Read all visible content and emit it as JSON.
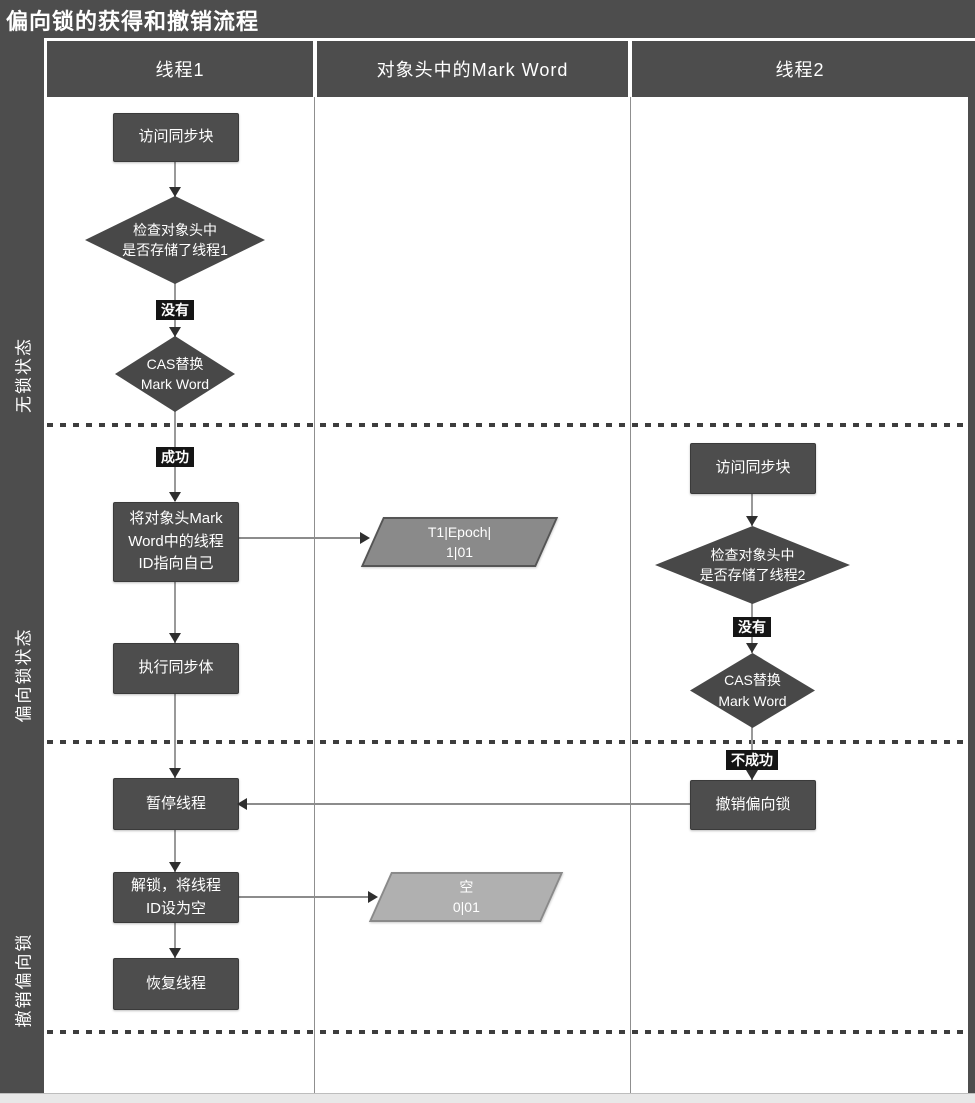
{
  "title": "偏向锁的获得和撤销流程",
  "columns": [
    {
      "label": "线程1"
    },
    {
      "label": "对象头中的Mark Word"
    },
    {
      "label": "线程2"
    }
  ],
  "lanes": [
    {
      "label": "无锁状态"
    },
    {
      "label": "偏向锁状态"
    },
    {
      "label": "撤销偏向锁"
    }
  ],
  "thread1": {
    "access_sync_block": "访问同步块",
    "check_header": "检查对象头中\n是否存储了线程1",
    "no_label": "没有",
    "cas_replace": "CAS替换\nMark Word",
    "success_label": "成功",
    "set_thread_id": "将对象头Mark\nWord中的线程\nID指向自己",
    "execute_sync_body": "执行同步体",
    "pause_thread": "暂停线程",
    "unlock_clear_id": "解锁，将线程\nID设为空",
    "resume_thread": "恢复线程"
  },
  "mark_word": {
    "biased_state": "T1|Epoch|\n1|01",
    "empty_state": "空\n0|01"
  },
  "thread2": {
    "access_sync_block": "访问同步块",
    "check_header": "检查对象头中\n是否存储了线程2",
    "no_label": "没有",
    "cas_replace": "CAS替换\nMark Word",
    "fail_label": "不成功",
    "revoke_biased_lock": "撤销偏向锁"
  },
  "colors": {
    "dark": "#4d4d4d",
    "badge_bg": "#151515",
    "biased_state_fill": "#8a8a8a",
    "empty_state_fill": "#b0b0b0",
    "line": "#999999",
    "arrow": "#2f2f2f"
  }
}
